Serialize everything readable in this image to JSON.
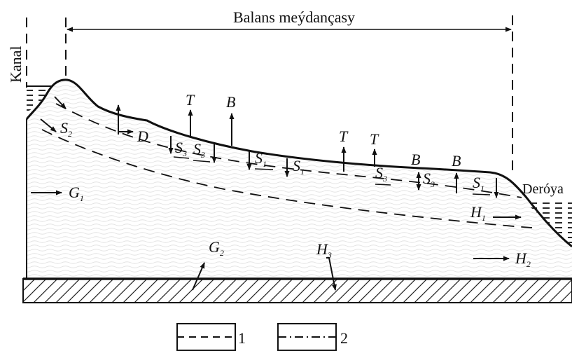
{
  "title": "Balans meýdançasy",
  "labels": {
    "canal": "Kanal",
    "river": "Deróya"
  },
  "symbols": {
    "S2": {
      "main": "S",
      "sub": "2"
    },
    "D": {
      "main": "D"
    },
    "G1": {
      "main": "G",
      "sub": "1"
    },
    "G2": {
      "main": "G",
      "sub": "2"
    },
    "T": {
      "main": "T"
    },
    "B": {
      "main": "B"
    },
    "S3": {
      "main": "S",
      "sub": "3"
    },
    "S1": {
      "main": "S",
      "sub": "1"
    },
    "H1": {
      "main": "H",
      "sub": "1"
    },
    "H2": {
      "main": "H",
      "sub": "2"
    },
    "H3": {
      "main": "H",
      "sub": "3"
    }
  },
  "legend": [
    {
      "style": "dashed",
      "label": "1"
    },
    {
      "style": "dash-dot",
      "label": "2"
    }
  ]
}
